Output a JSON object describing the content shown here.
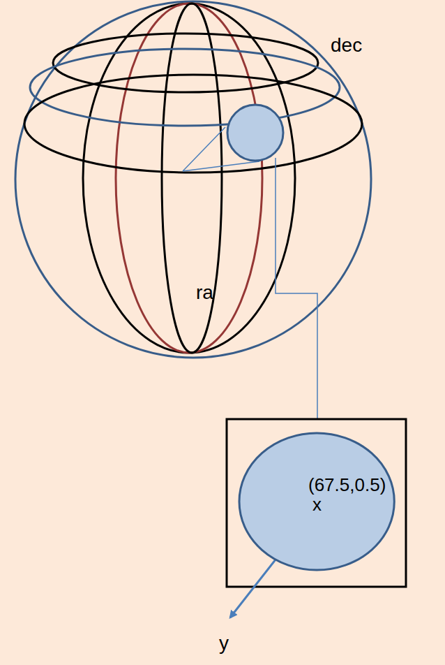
{
  "diagram": {
    "nodes": [
      {
        "text": [
          "(67.5,0.5)",
          "x"
        ]
      }
    ],
    "labels": [
      "dec",
      "ra",
      "y"
    ]
  }
}
